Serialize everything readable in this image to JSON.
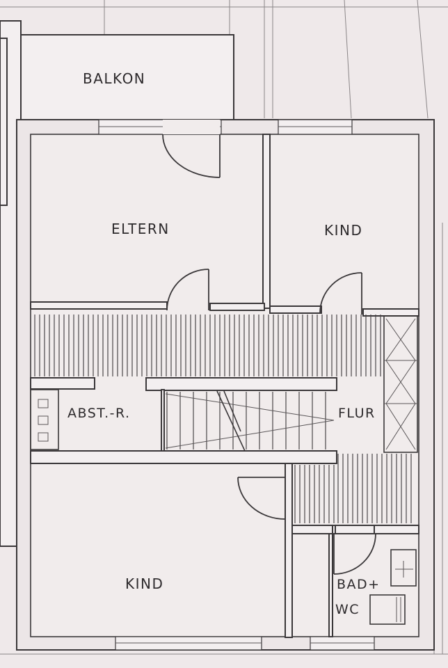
{
  "rooms": {
    "balcony": "BALKON",
    "parents": "ELTERN",
    "child_top": "KIND",
    "storage": "ABST.-R.",
    "hall": "FLUR",
    "child_bottom": "KIND",
    "bath_line1": "BAD+",
    "bath_line2": "WC"
  }
}
